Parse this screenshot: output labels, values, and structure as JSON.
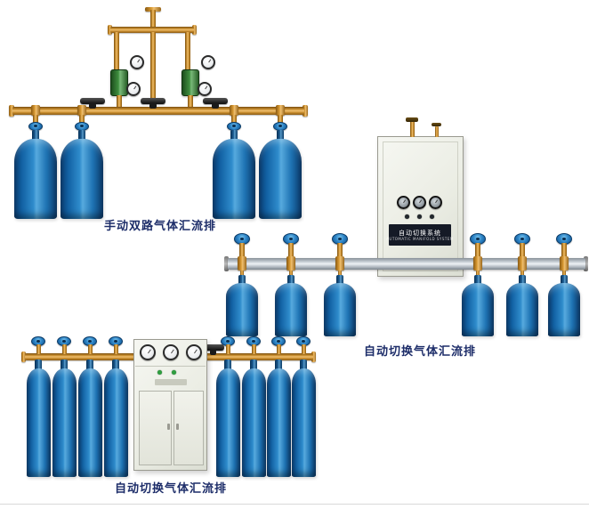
{
  "page": {
    "background": "#ffffff"
  },
  "colors": {
    "cylinder_blue": "#1a6cb5",
    "brass": "#c8862a",
    "silver_pipe": "#c6cdd3",
    "caption_text": "#1d2d69",
    "cabinet_body": "#eef0e8",
    "plate_bg": "#151a26"
  },
  "sections": {
    "manual_dual": {
      "caption": "手动双路气体汇流排",
      "cylinder_count": 4,
      "regulator_count": 2,
      "shutoff_valve_count": 3
    },
    "auto_switch_right": {
      "caption": "自动切换气体汇流排",
      "cylinder_count": 6,
      "cabinet_plate": {
        "title": "自动切换系统",
        "subtitle": "AUTOMATIC MANIFOLD SYSTEM"
      }
    },
    "auto_switch_bottom": {
      "caption": "自动切换气体汇流排",
      "cylinder_count": 8
    }
  }
}
